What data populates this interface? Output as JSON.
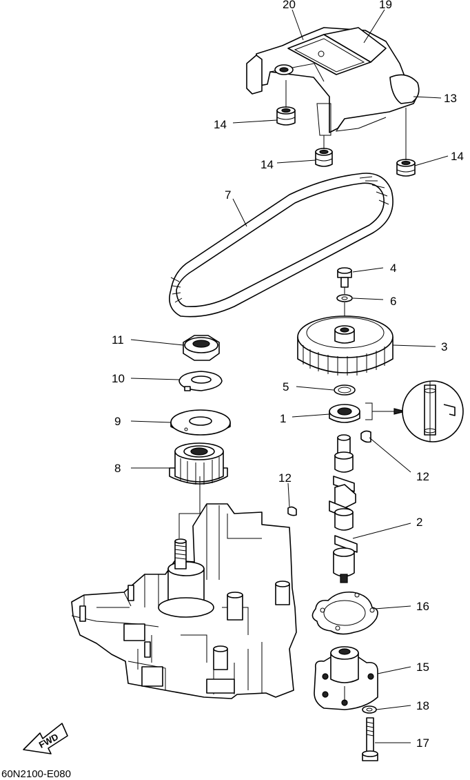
{
  "diagram": {
    "labels": {
      "l20": "20",
      "l19": "19",
      "l13": "13",
      "l14a": "14",
      "l14b": "14",
      "l14c": "14",
      "l7": "7",
      "l4": "4",
      "l6": "6",
      "l3": "3",
      "l11": "11",
      "l10": "10",
      "l5": "5",
      "l1": "1",
      "l9": "9",
      "l8": "8",
      "l12a": "12",
      "l12b": "12",
      "l2": "2",
      "l16": "16",
      "l15": "15",
      "l18": "18",
      "l17": "17"
    },
    "fwd_text": "FWD",
    "drawing_code": "60N2100-E080"
  }
}
